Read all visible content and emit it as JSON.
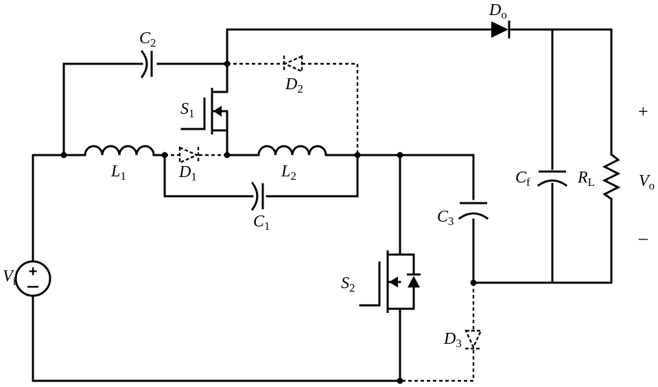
{
  "components": {
    "vi": {
      "name": "V",
      "sub": "i"
    },
    "l1": {
      "name": "L",
      "sub": "1"
    },
    "l2": {
      "name": "L",
      "sub": "2"
    },
    "c1": {
      "name": "C",
      "sub": "1"
    },
    "c2": {
      "name": "C",
      "sub": "2"
    },
    "c3": {
      "name": "C",
      "sub": "3"
    },
    "cf": {
      "name": "C",
      "sub": "f"
    },
    "rl": {
      "name": "R",
      "sub": "L"
    },
    "d1": {
      "name": "D",
      "sub": "1"
    },
    "d2": {
      "name": "D",
      "sub": "2"
    },
    "d3": {
      "name": "D",
      "sub": "3"
    },
    "do": {
      "name": "D",
      "sub": "o"
    },
    "s1": {
      "name": "S",
      "sub": "1"
    },
    "s2": {
      "name": "S",
      "sub": "2"
    },
    "vo": {
      "name": "V",
      "sub": "o"
    }
  },
  "output_polarity": {
    "plus": "+",
    "minus": "–"
  },
  "source_polarity": {
    "plus": "+",
    "minus": "–"
  }
}
